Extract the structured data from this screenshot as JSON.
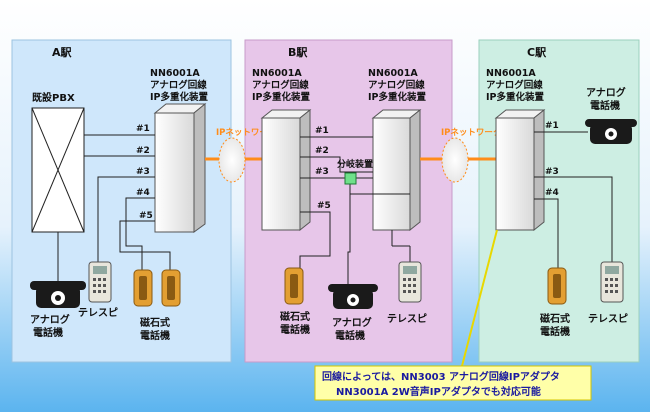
{
  "stations": {
    "a": {
      "label": "A駅"
    },
    "b": {
      "label": "B駅"
    },
    "c": {
      "label": "C駅"
    }
  },
  "device": {
    "line1": "NN6001A",
    "line2": "アナログ回線",
    "line3": "IP多重化装置"
  },
  "pbx_label": "既設PBX",
  "ports": {
    "p1": "#1",
    "p2": "#2",
    "p3": "#3",
    "p4": "#4",
    "p5": "#5"
  },
  "ip_network_label": "IPネットワーク",
  "splitter_label": "分岐装置",
  "phones": {
    "analog_line1": "アナログ",
    "analog_line2": "電話機",
    "telespi": "テレスピ",
    "magneto_line1": "磁石式",
    "magneto_line2": "電話機"
  },
  "note": {
    "line1": "回線によっては、NN3003 アナログ回線IPアダプタ",
    "line2": "NN3001A 2W音声IPアダプタでも対応可能"
  },
  "colors": {
    "station_a": "#cfe7fb",
    "station_b": "#e7c6e9",
    "station_c": "#cdeee3",
    "ip_link": "#ff8c1a",
    "note_bg": "#ffffa8"
  }
}
